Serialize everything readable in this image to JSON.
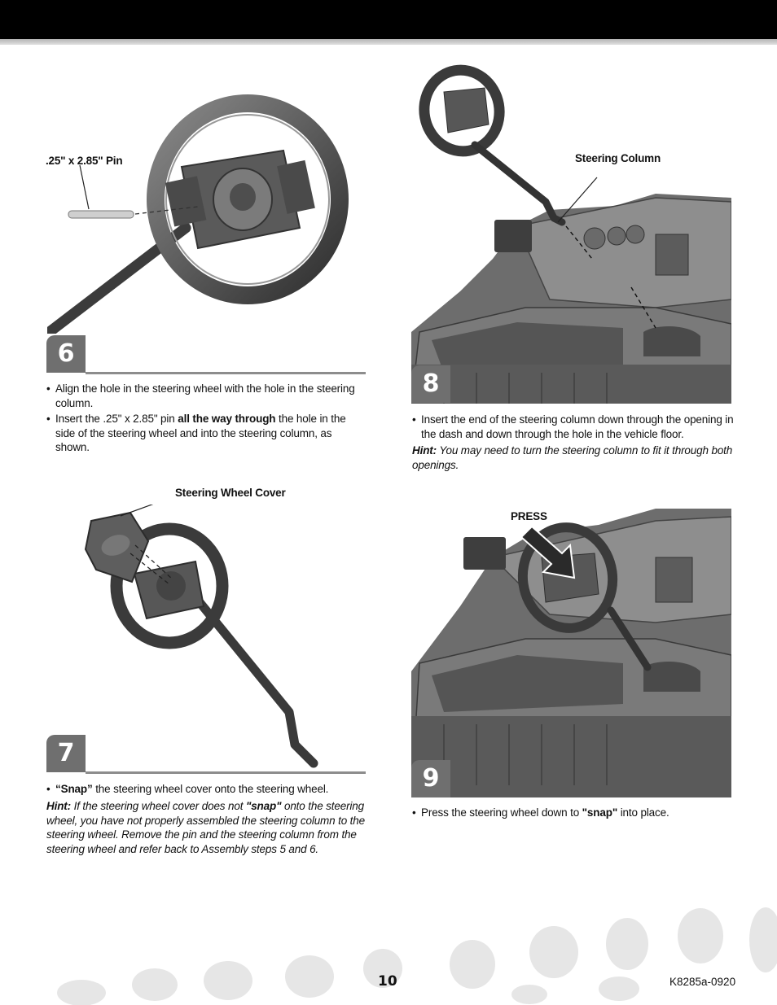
{
  "page": {
    "page_number": "10",
    "doc_code": "K8285a-0920"
  },
  "steps": [
    {
      "number": "6",
      "callout": ".25\" x 2.85\" Pin",
      "bullets": [
        {
          "segments": [
            {
              "text": "Align the hole in the steering wheel with the hole in the steering column."
            }
          ]
        },
        {
          "segments": [
            {
              "text": "Insert the .25\" x 2.85\" pin "
            },
            {
              "text": "all the way through",
              "bold": true
            },
            {
              "text": " the hole in the side of the steering wheel and into the steering column, as shown."
            }
          ]
        }
      ],
      "hint": null
    },
    {
      "number": "7",
      "callout": "Steering Wheel Cover",
      "bullets": [
        {
          "segments": [
            {
              "text": "“Snap”",
              "bold": true
            },
            {
              "text": " the steering wheel cover onto the steering wheel."
            }
          ]
        }
      ],
      "hint": [
        {
          "text": "Hint:",
          "bold": true
        },
        {
          "text": " If the steering wheel cover does not "
        },
        {
          "text": "\"snap\"",
          "bold": true
        },
        {
          "text": " onto the steering wheel, you have not properly assembled the steering column to the steering wheel. Remove the pin and the steering column from the steering wheel and refer back to Assembly steps 5 and 6."
        }
      ]
    },
    {
      "number": "8",
      "callout": "Steering Column",
      "bullets": [
        {
          "segments": [
            {
              "text": "Insert the end of the steering column down through the opening in the dash and down through the hole in the vehicle floor."
            }
          ]
        }
      ],
      "hint": [
        {
          "text": "Hint:",
          "bold": true
        },
        {
          "text": " You may need to turn the steering column to fit it through both openings."
        }
      ]
    },
    {
      "number": "9",
      "callout": "PRESS",
      "bullets": [
        {
          "segments": [
            {
              "text": "Press the steering wheel down to "
            },
            {
              "text": "\"snap\"",
              "bold": true
            },
            {
              "text": " into place."
            }
          ]
        }
      ],
      "hint": null
    }
  ]
}
